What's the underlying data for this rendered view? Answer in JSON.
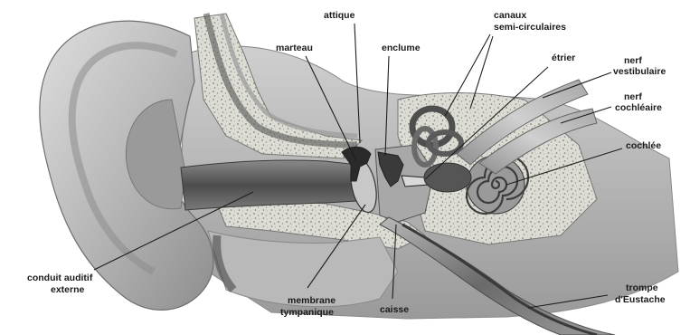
{
  "labels": {
    "attique": "attique",
    "canaux_line1": "canaux",
    "canaux_line2": "semi-circulaires",
    "marteau": "marteau",
    "enclume": "enclume",
    "etrier": "étrier",
    "nerf_vest_line1": "nerf",
    "nerf_vest_line2": "vestibulaire",
    "nerf_coch_line1": "nerf",
    "nerf_coch_line2": "cochléaire",
    "cochlee": "cochlée",
    "conduit_line1": "conduit auditif",
    "conduit_line2": "externe",
    "membrane_line1": "membrane",
    "membrane_line2": "tympanique",
    "caisse": "caisse",
    "trompe_line1": "trompe",
    "trompe_line2": "d'Eustache"
  },
  "colors": {
    "background": "#ffffff",
    "skin_light": "#c9c9c9",
    "skin_mid": "#a3a3a3",
    "skin_dark": "#6e6e6e",
    "bone": "#dcdcd4",
    "bone_speckle": "#8a8a84",
    "canal": "#5a5a5a",
    "ossicle_dark": "#2a2a2a",
    "text": "#1a1a1a"
  },
  "icons": {
    "structure": "ear-anatomy-illustration"
  }
}
